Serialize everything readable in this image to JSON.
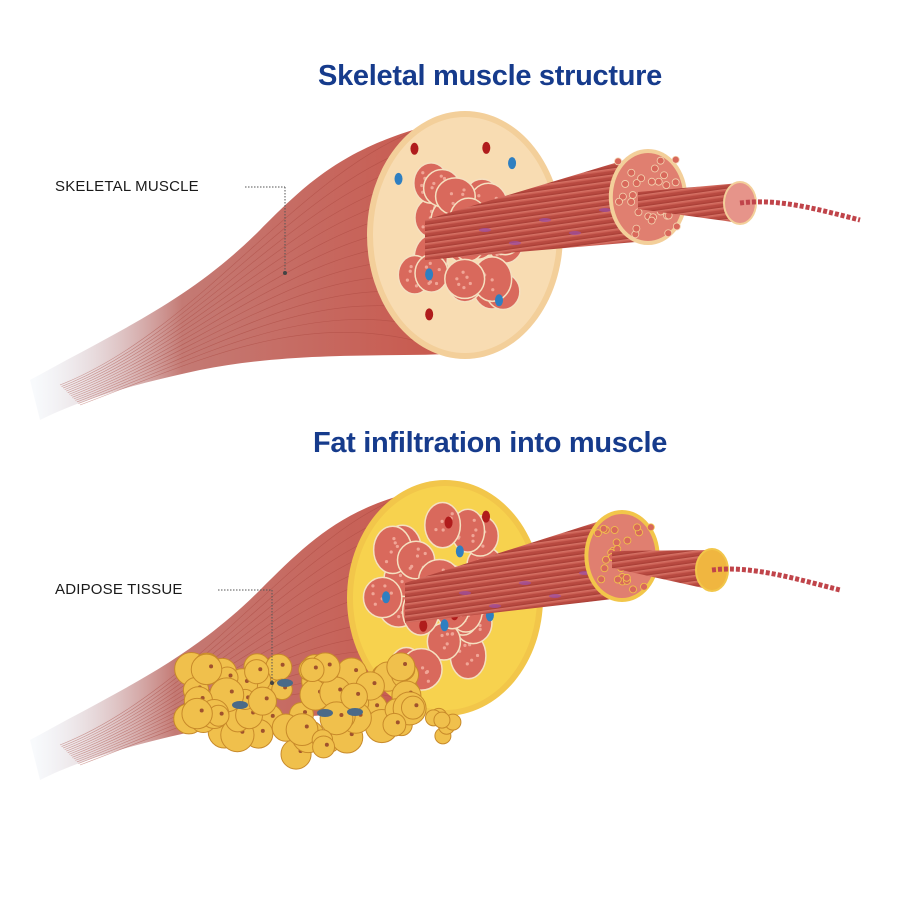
{
  "titles": {
    "top": "Skeletal muscle structure",
    "bottom": "Fat infiltration into muscle"
  },
  "labels": {
    "skeletal_muscle": "SKELETAL MUSCLE",
    "adipose_tissue": "ADIPOSE TISSUE"
  },
  "colors": {
    "title": "#163b8c",
    "muscle": "#c9564a",
    "sheath": "#f3cf9a",
    "fat": "#f2c64a",
    "vein": "#2f7fc1",
    "artery": "#b01c1c"
  }
}
